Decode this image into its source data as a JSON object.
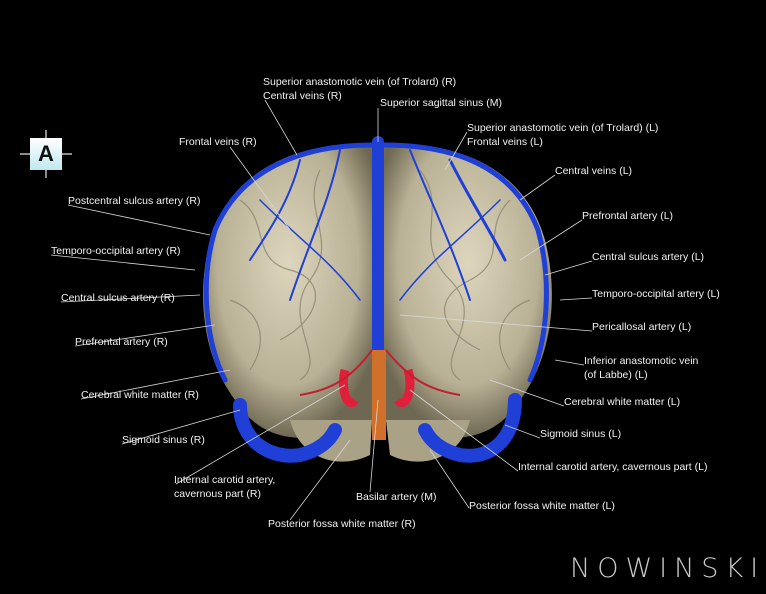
{
  "orientation": {
    "letter": "A"
  },
  "logo": {
    "text": "NOWINSKI"
  },
  "labels": [
    {
      "id": "trolard-r",
      "lines": [
        "Superior anastomotic vein (of Trolard) (R)",
        "Central veins (R)"
      ]
    },
    {
      "id": "sss",
      "lines": [
        "Superior sagittal sinus (M)"
      ]
    },
    {
      "id": "trolard-l",
      "lines": [
        "Superior anastomotic vein (of Trolard) (L)",
        "Frontal veins (L)"
      ]
    },
    {
      "id": "frontal-veins-r",
      "lines": [
        "Frontal veins (R)"
      ]
    },
    {
      "id": "central-veins-l",
      "lines": [
        "Central veins (L)"
      ]
    },
    {
      "id": "postcentral-r",
      "lines": [
        "Postcentral sulcus artery (R)"
      ]
    },
    {
      "id": "prefrontal-l",
      "lines": [
        "Prefrontal artery (L)"
      ]
    },
    {
      "id": "temporo-occ-r",
      "lines": [
        "Temporo-occipital artery (R)"
      ]
    },
    {
      "id": "central-sulcus-l",
      "lines": [
        "Central sulcus artery (L)"
      ]
    },
    {
      "id": "central-sulcus-r",
      "lines": [
        "Central sulcus artery (R)"
      ]
    },
    {
      "id": "temporo-occ-l",
      "lines": [
        "Temporo-occipital artery (L)"
      ]
    },
    {
      "id": "pericallosal-l",
      "lines": [
        "Pericallosal artery (L)"
      ]
    },
    {
      "id": "prefrontal-r",
      "lines": [
        "Prefrontal artery (R)"
      ]
    },
    {
      "id": "labbe-l",
      "lines": [
        "Inferior anastomotic vein",
        "(of Labbe) (L)"
      ]
    },
    {
      "id": "cwm-r",
      "lines": [
        "Cerebral white matter (R)"
      ]
    },
    {
      "id": "cwm-l",
      "lines": [
        "Cerebral white matter (L)"
      ]
    },
    {
      "id": "sigmoid-r",
      "lines": [
        "Sigmoid sinus (R)"
      ]
    },
    {
      "id": "sigmoid-l",
      "lines": [
        "Sigmoid sinus (L)"
      ]
    },
    {
      "id": "ica-l",
      "lines": [
        "Internal carotid artery, cavernous part (L)"
      ]
    },
    {
      "id": "ica-r",
      "lines": [
        "Internal carotid artery,",
        "cavernous part (R)"
      ]
    },
    {
      "id": "basilar",
      "lines": [
        "Basilar artery (M)"
      ]
    },
    {
      "id": "pfwm-l",
      "lines": [
        "Posterior fossa white matter (L)"
      ]
    },
    {
      "id": "pfwm-r",
      "lines": [
        "Posterior fossa white matter (R)"
      ]
    }
  ]
}
